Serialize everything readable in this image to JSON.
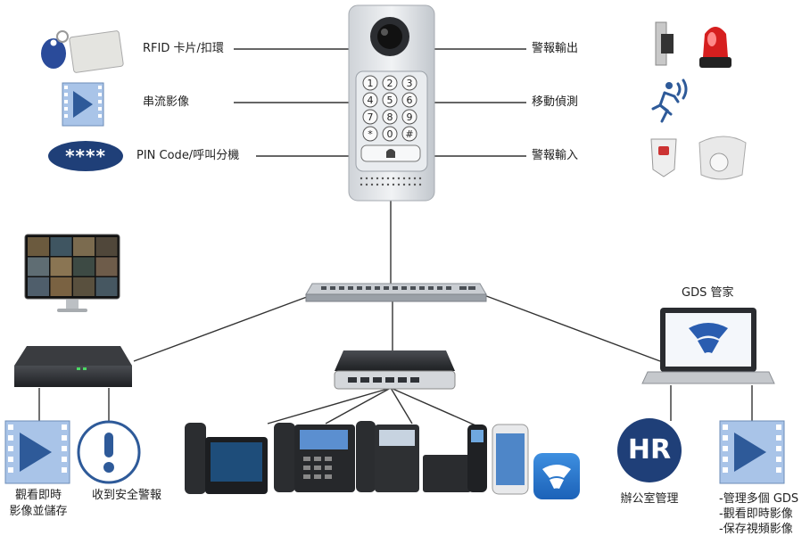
{
  "labels": {
    "rfid": "RFID 卡片/扣環",
    "streaming": "串流影像",
    "pin": "PIN Code/呼叫分機",
    "alarm_out": "警報輸出",
    "motion": "移動偵測",
    "alarm_in": "警報輸入",
    "gds_manager": "GDS 管家",
    "hr": "辦公室管理",
    "pin_mask": "****",
    "hr_badge": "HR"
  },
  "watch_store": [
    "觀看即時",
    "影像並儲存"
  ],
  "security_alarm": "收到安全警報",
  "gds_features": [
    "-管理多個 GDS",
    "-觀看即時影像",
    "-保存視頻影像"
  ],
  "keypad": [
    "1",
    "2",
    "3",
    "4",
    "5",
    "6",
    "7",
    "8",
    "9",
    "*",
    "0",
    "#"
  ],
  "colors": {
    "blue": "#2e5a99",
    "navy": "#1f3f78",
    "line": "#333333",
    "film": "#a9c4e8"
  }
}
